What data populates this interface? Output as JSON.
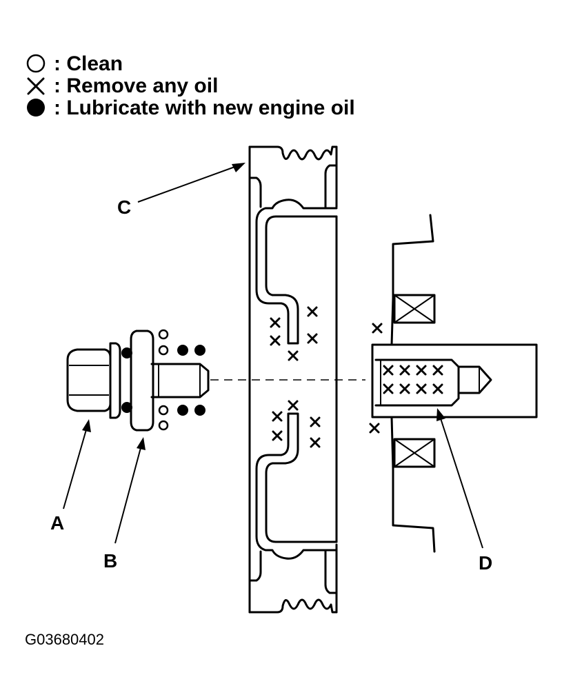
{
  "legend": {
    "clean": ": Clean",
    "remove_oil": ": Remove any oil",
    "lubricate": ": Lubricate with new engine oil"
  },
  "callouts": {
    "a": "A",
    "b": "B",
    "c": "C",
    "d": "D"
  },
  "figure_code": "G03680402",
  "colors": {
    "ink": "#000000",
    "background": "#ffffff"
  }
}
